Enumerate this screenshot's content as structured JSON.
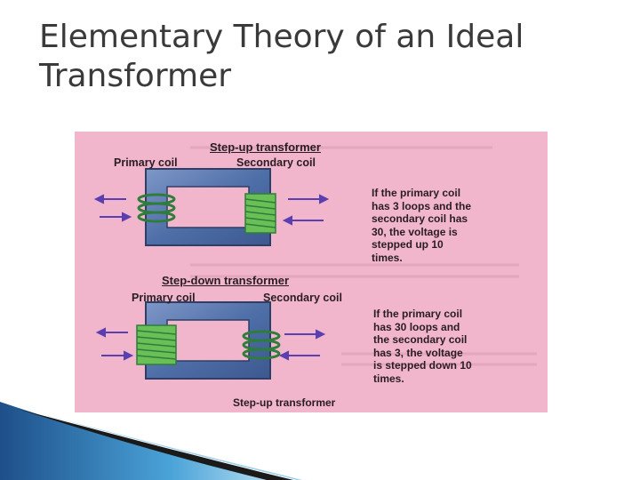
{
  "slide": {
    "title_line1": "Elementary Theory of an Ideal",
    "title_line2": "Transformer"
  },
  "figure": {
    "top_panel": {
      "title": "Step-up transformer",
      "primary_label": "Primary coil",
      "secondary_label": "Secondary coil",
      "note_lines": [
        "If the primary coil",
        "has 3 loops and the",
        "secondary coil has",
        "30, the voltage is",
        "stepped up 10",
        "times."
      ]
    },
    "bottom_panel": {
      "title": "Step-down transformer",
      "primary_label": "Primary coil",
      "secondary_label": "Secondary coil",
      "note_lines": [
        "If the primary coil",
        "has 30 loops and",
        "the secondary coil",
        "has 3, the voltage",
        "is stepped down 10",
        "times."
      ]
    },
    "caption": "Step-up transformer",
    "colors": {
      "page_background": "#f2b6cc",
      "core": "#4f6fa8",
      "copper_coil": "#5aa84a",
      "text": "#2a1d22",
      "arrows": "#5b3fb0"
    }
  }
}
